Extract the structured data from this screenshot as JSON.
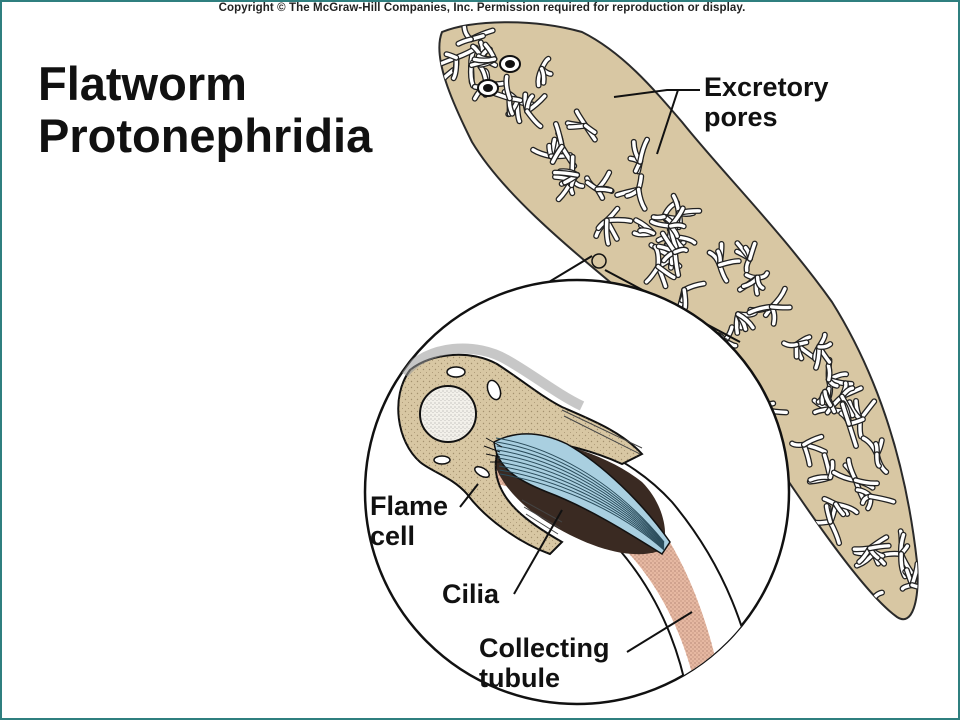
{
  "copyright": "Copyright © The McGraw-Hill Companies, Inc. Permission required for reproduction or display.",
  "title": {
    "line1": "Flatworm",
    "line2": "Protonephridia"
  },
  "labels": {
    "excretory": {
      "line1": "Excretory",
      "line2": "pores"
    },
    "flame_cell": {
      "line1": "Flame",
      "line2": "cell"
    },
    "cilia": "Cilia",
    "collecting_tubule": {
      "line1": "Collecting",
      "line2": "tubule"
    }
  },
  "colors": {
    "body_tan": "#d8c7a3",
    "cilia_blue": "#a9cfe0",
    "tubule_pink": "#e6b8a2",
    "frame_teal": "#2f7f7f"
  }
}
